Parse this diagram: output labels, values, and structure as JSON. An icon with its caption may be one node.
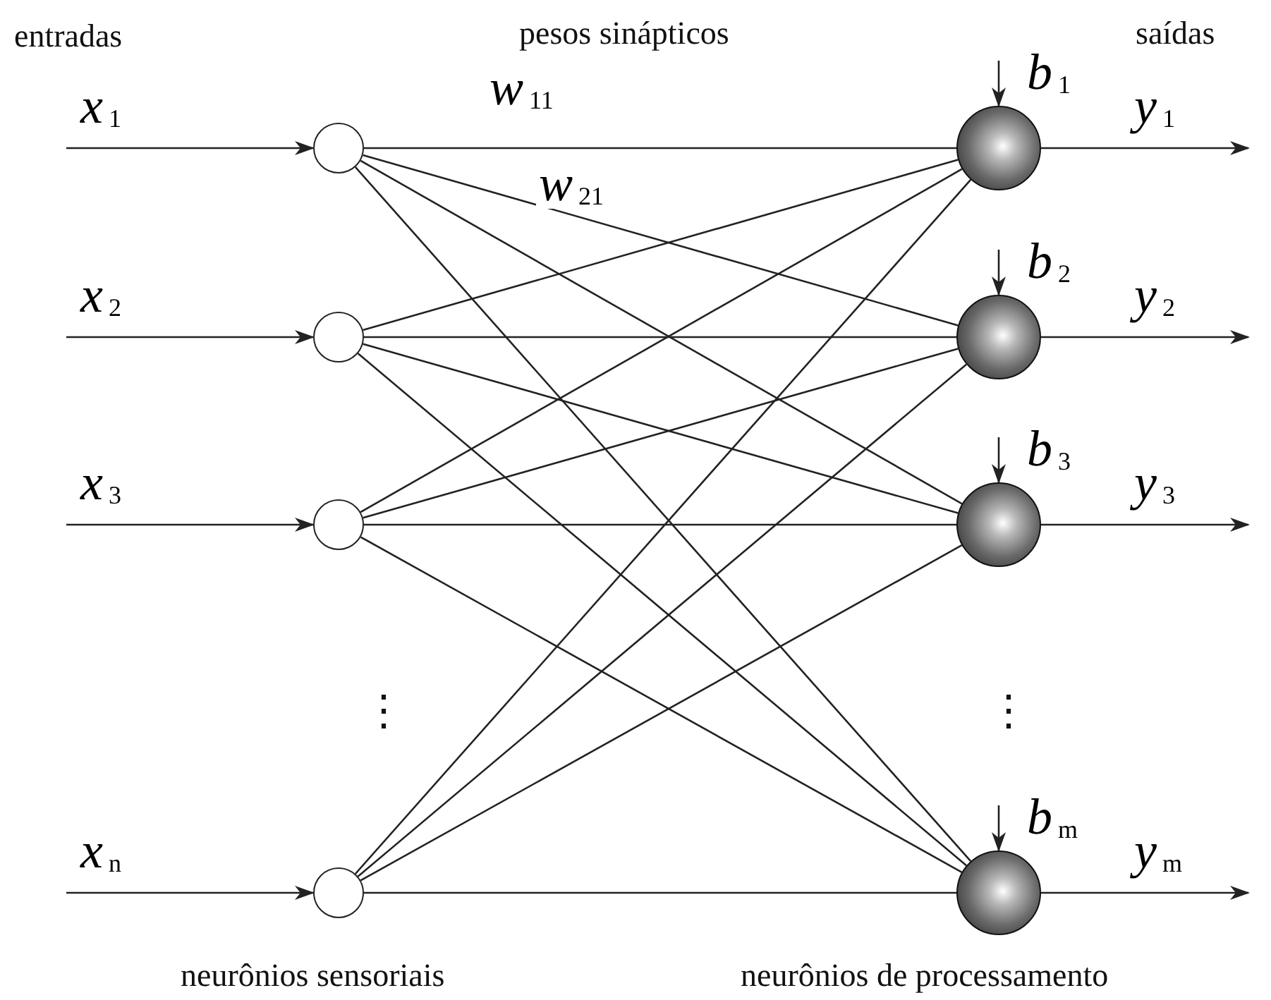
{
  "diagram": {
    "nodes": [
      {
        "text": [],
        "shape": "circle"
      },
      {
        "text": [],
        "shape": "circle"
      },
      {
        "text": [],
        "shape": "circle"
      },
      {
        "text": [],
        "shape": "circle"
      },
      {
        "text": [],
        "shape": "circle"
      },
      {
        "text": [],
        "shape": "circle"
      },
      {
        "text": [],
        "shape": "circle"
      },
      {
        "text": [],
        "shape": "circle"
      }
    ],
    "edges": [
      {
        "from": null,
        "to": 0,
        "arrow": "to",
        "label": "x$_{1}$"
      },
      {
        "from": null,
        "to": 1,
        "arrow": "to",
        "label": "x$_{2}$"
      },
      {
        "from": null,
        "to": 2,
        "arrow": "to",
        "label": "x$_{3}$"
      },
      {
        "from": null,
        "to": 3,
        "arrow": "to",
        "label": "x$_{n}$"
      },
      {
        "from": 0,
        "to": 4,
        "arrow": "none",
        "label": "w$_{11}$"
      },
      {
        "from": 0,
        "to": 5,
        "arrow": "none",
        "label": "w$_{21}$"
      },
      {
        "from": 0,
        "to": 6,
        "arrow": "none"
      },
      {
        "from": 0,
        "to": 7,
        "arrow": "none"
      },
      {
        "from": 1,
        "to": 4,
        "arrow": "none"
      },
      {
        "from": 1,
        "to": 5,
        "arrow": "none"
      },
      {
        "from": 1,
        "to": 6,
        "arrow": "none"
      },
      {
        "from": 1,
        "to": 7,
        "arrow": "none"
      },
      {
        "from": 2,
        "to": 4,
        "arrow": "none"
      },
      {
        "from": 2,
        "to": 5,
        "arrow": "none"
      },
      {
        "from": 2,
        "to": 6,
        "arrow": "none"
      },
      {
        "from": 2,
        "to": 7,
        "arrow": "none"
      },
      {
        "from": 3,
        "to": 4,
        "arrow": "none"
      },
      {
        "from": 3,
        "to": 5,
        "arrow": "none"
      },
      {
        "from": 3,
        "to": 6,
        "arrow": "none"
      },
      {
        "from": 3,
        "to": 7,
        "arrow": "none"
      },
      {
        "from": null,
        "to": 4,
        "arrow": "to",
        "label": "b$_{1}$"
      },
      {
        "from": null,
        "to": 5,
        "arrow": "to",
        "label": "b$_{2}$"
      },
      {
        "from": null,
        "to": 6,
        "arrow": "to",
        "label": "b$_{3}$"
      },
      {
        "from": null,
        "to": 7,
        "arrow": "to",
        "label": "b$_{m}$"
      },
      {
        "from": 4,
        "to": null,
        "arrow": "to",
        "label": "y$_{1}$"
      },
      {
        "from": 5,
        "to": null,
        "arrow": "to",
        "label": "y$_{2}$"
      },
      {
        "from": 6,
        "to": null,
        "arrow": "to",
        "label": "y$_{3}$"
      },
      {
        "from": 7,
        "to": null,
        "arrow": "to",
        "label": "y$_{m}$"
      }
    ],
    "labels": [
      "entradas",
      "pesos sinápticos",
      "saídas",
      "⋮",
      "⋮",
      "neurônios sensoriais",
      "neurônios de processamento"
    ]
  }
}
